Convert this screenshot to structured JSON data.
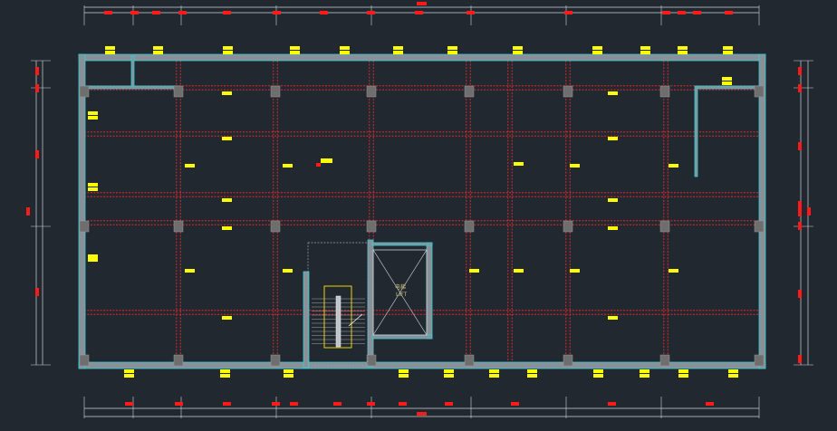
{
  "drawing": {
    "theme": "dark-cad",
    "colors": {
      "background": "#212830",
      "wall_fill": "#8b9098",
      "wall_outline": "#2fd0d8",
      "beam_dashed": "#ff2a2a",
      "column": "#6e6e6e",
      "dimension_line": "#cfd3d8",
      "dim_marker": "#ff1a1a",
      "beam_label": "#ffff00"
    },
    "lift": {
      "label_cn": "电梯",
      "label_en": "LIFT"
    }
  }
}
